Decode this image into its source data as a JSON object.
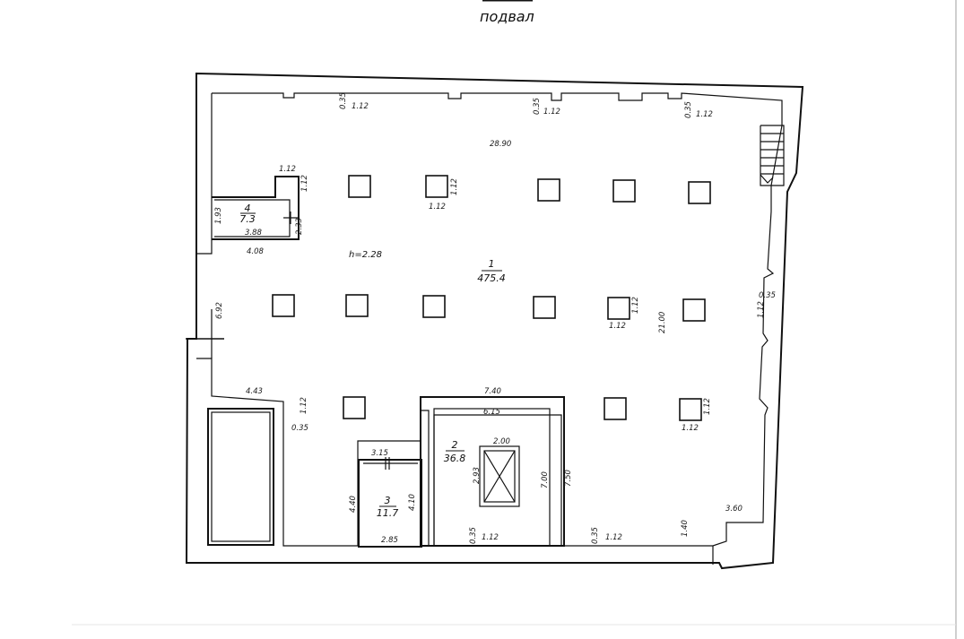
{
  "title": "подвал",
  "height_label": "h=2.28",
  "rooms": [
    {
      "number": "1",
      "area": "475.4"
    },
    {
      "number": "2",
      "area": "36.8"
    },
    {
      "number": "3",
      "area": "11.7"
    },
    {
      "number": "4",
      "area": "7.3"
    }
  ],
  "dimensions": {
    "d2890": "28.90",
    "d2100": "21.00",
    "d740": "7.40",
    "d615": "6.15",
    "d750": "7.50",
    "d700": "7.00",
    "d293": "2.93",
    "d200": "2.00",
    "d692": "6.92",
    "d443": "4.43",
    "d408": "4.08",
    "d388": "3.88",
    "d193": "1.93",
    "d233": "2.33",
    "d315": "3.15",
    "d440": "4.40",
    "d410": "4.10",
    "d285": "2.85",
    "d360": "3.60",
    "d140": "1.40",
    "w035": "0.35",
    "w112": "1.12"
  }
}
